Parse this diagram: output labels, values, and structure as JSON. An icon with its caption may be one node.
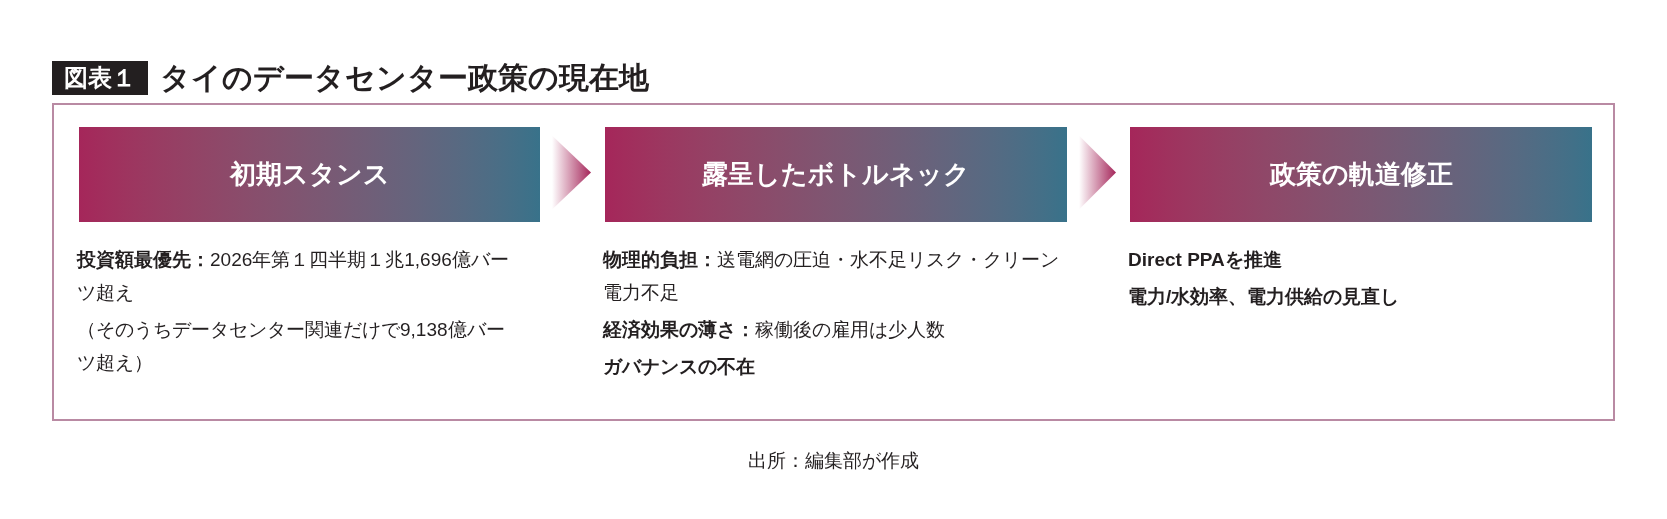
{
  "diagram": {
    "title": "タイのデータセンター政策の現在地",
    "caption": "出所：編集部が作成",
    "nodes": [
      {
        "text": [],
        "shape": "box"
      },
      {
        "text": [
          "初期スタンス"
        ],
        "in": 0,
        "beside": [
          "**投資額最優先：**2026年第１四半期１兆1,696億バーツ超え",
          "（そのうちデータセンター関連だけで9,138億バーツ超え）"
        ]
      },
      {
        "text": [
          "露呈したボトルネック"
        ],
        "in": 0,
        "beside": [
          "**物理的負担：**送電網の圧迫・水不足リスク・クリーン電力不足",
          "**経済効果の薄さ：**稼働後の雇用は少人数",
          "ガバナンスの不在"
        ]
      },
      {
        "text": [
          "政策の軌道修正"
        ],
        "in": 0,
        "beside": [
          "Direct PPAを推進",
          "電力/水効率、電力供給の見直し"
        ]
      }
    ],
    "edges": [
      {
        "from": 1,
        "to": 2,
        "arrow": "to"
      },
      {
        "from": 2,
        "to": 3,
        "arrow": "to"
      }
    ],
    "labels": [
      "図表１"
    ]
  }
}
